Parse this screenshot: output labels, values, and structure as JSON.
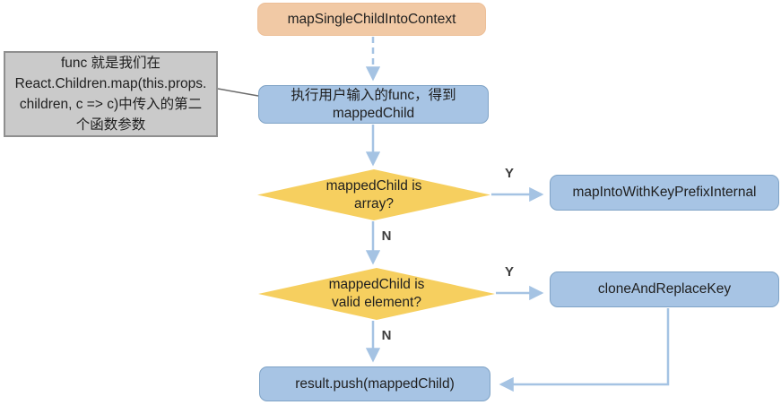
{
  "nodes": {
    "start": {
      "label": "mapSingleChildIntoContext"
    },
    "note": {
      "lines": [
        "func 就是我们在",
        "React.Children.map(this.props.",
        "children, c => c)中传入的第二",
        "个函数参数"
      ]
    },
    "exec": {
      "lines": [
        "执行用户输入的func，得到",
        "mappedChild"
      ]
    },
    "decision_array": {
      "lines": [
        "mappedChild is",
        "array?"
      ]
    },
    "map_into": {
      "label": "mapIntoWithKeyPrefixInternal"
    },
    "decision_valid": {
      "lines": [
        "mappedChild is",
        "valid element?"
      ]
    },
    "clone": {
      "label": "cloneAndReplaceKey"
    },
    "result": {
      "label": "result.push(mappedChild)"
    }
  },
  "edge_labels": {
    "array_yes": "Y",
    "array_no": "N",
    "valid_yes": "Y",
    "valid_no": "N"
  },
  "colors": {
    "start_fill": "#F1C9A5",
    "process_fill": "#A7C4E4",
    "process_border": "#7FA3C6",
    "decision_fill": "#F6CF5F",
    "note_fill": "#CACACA",
    "note_border": "#8F8F8F",
    "connector": "#A5C3E3",
    "callout_line": "#6B6B6B",
    "text": "#1F1F1F"
  }
}
